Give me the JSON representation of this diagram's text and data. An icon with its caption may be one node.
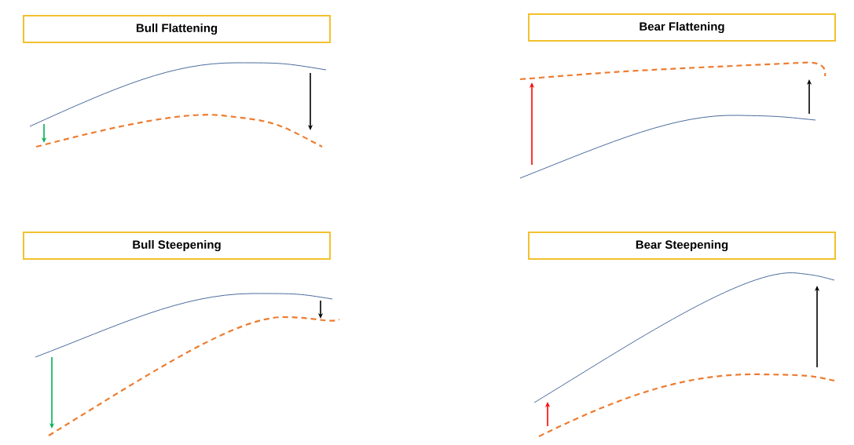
{
  "diagram": {
    "nodes": [
      {
        "text": [
          "Bull Flattening"
        ]
      },
      {
        "text": [
          "Bear Flattening"
        ]
      },
      {
        "text": [
          "Bull Steepening"
        ]
      },
      {
        "text": [
          "Bear Steepening"
        ]
      }
    ]
  }
}
